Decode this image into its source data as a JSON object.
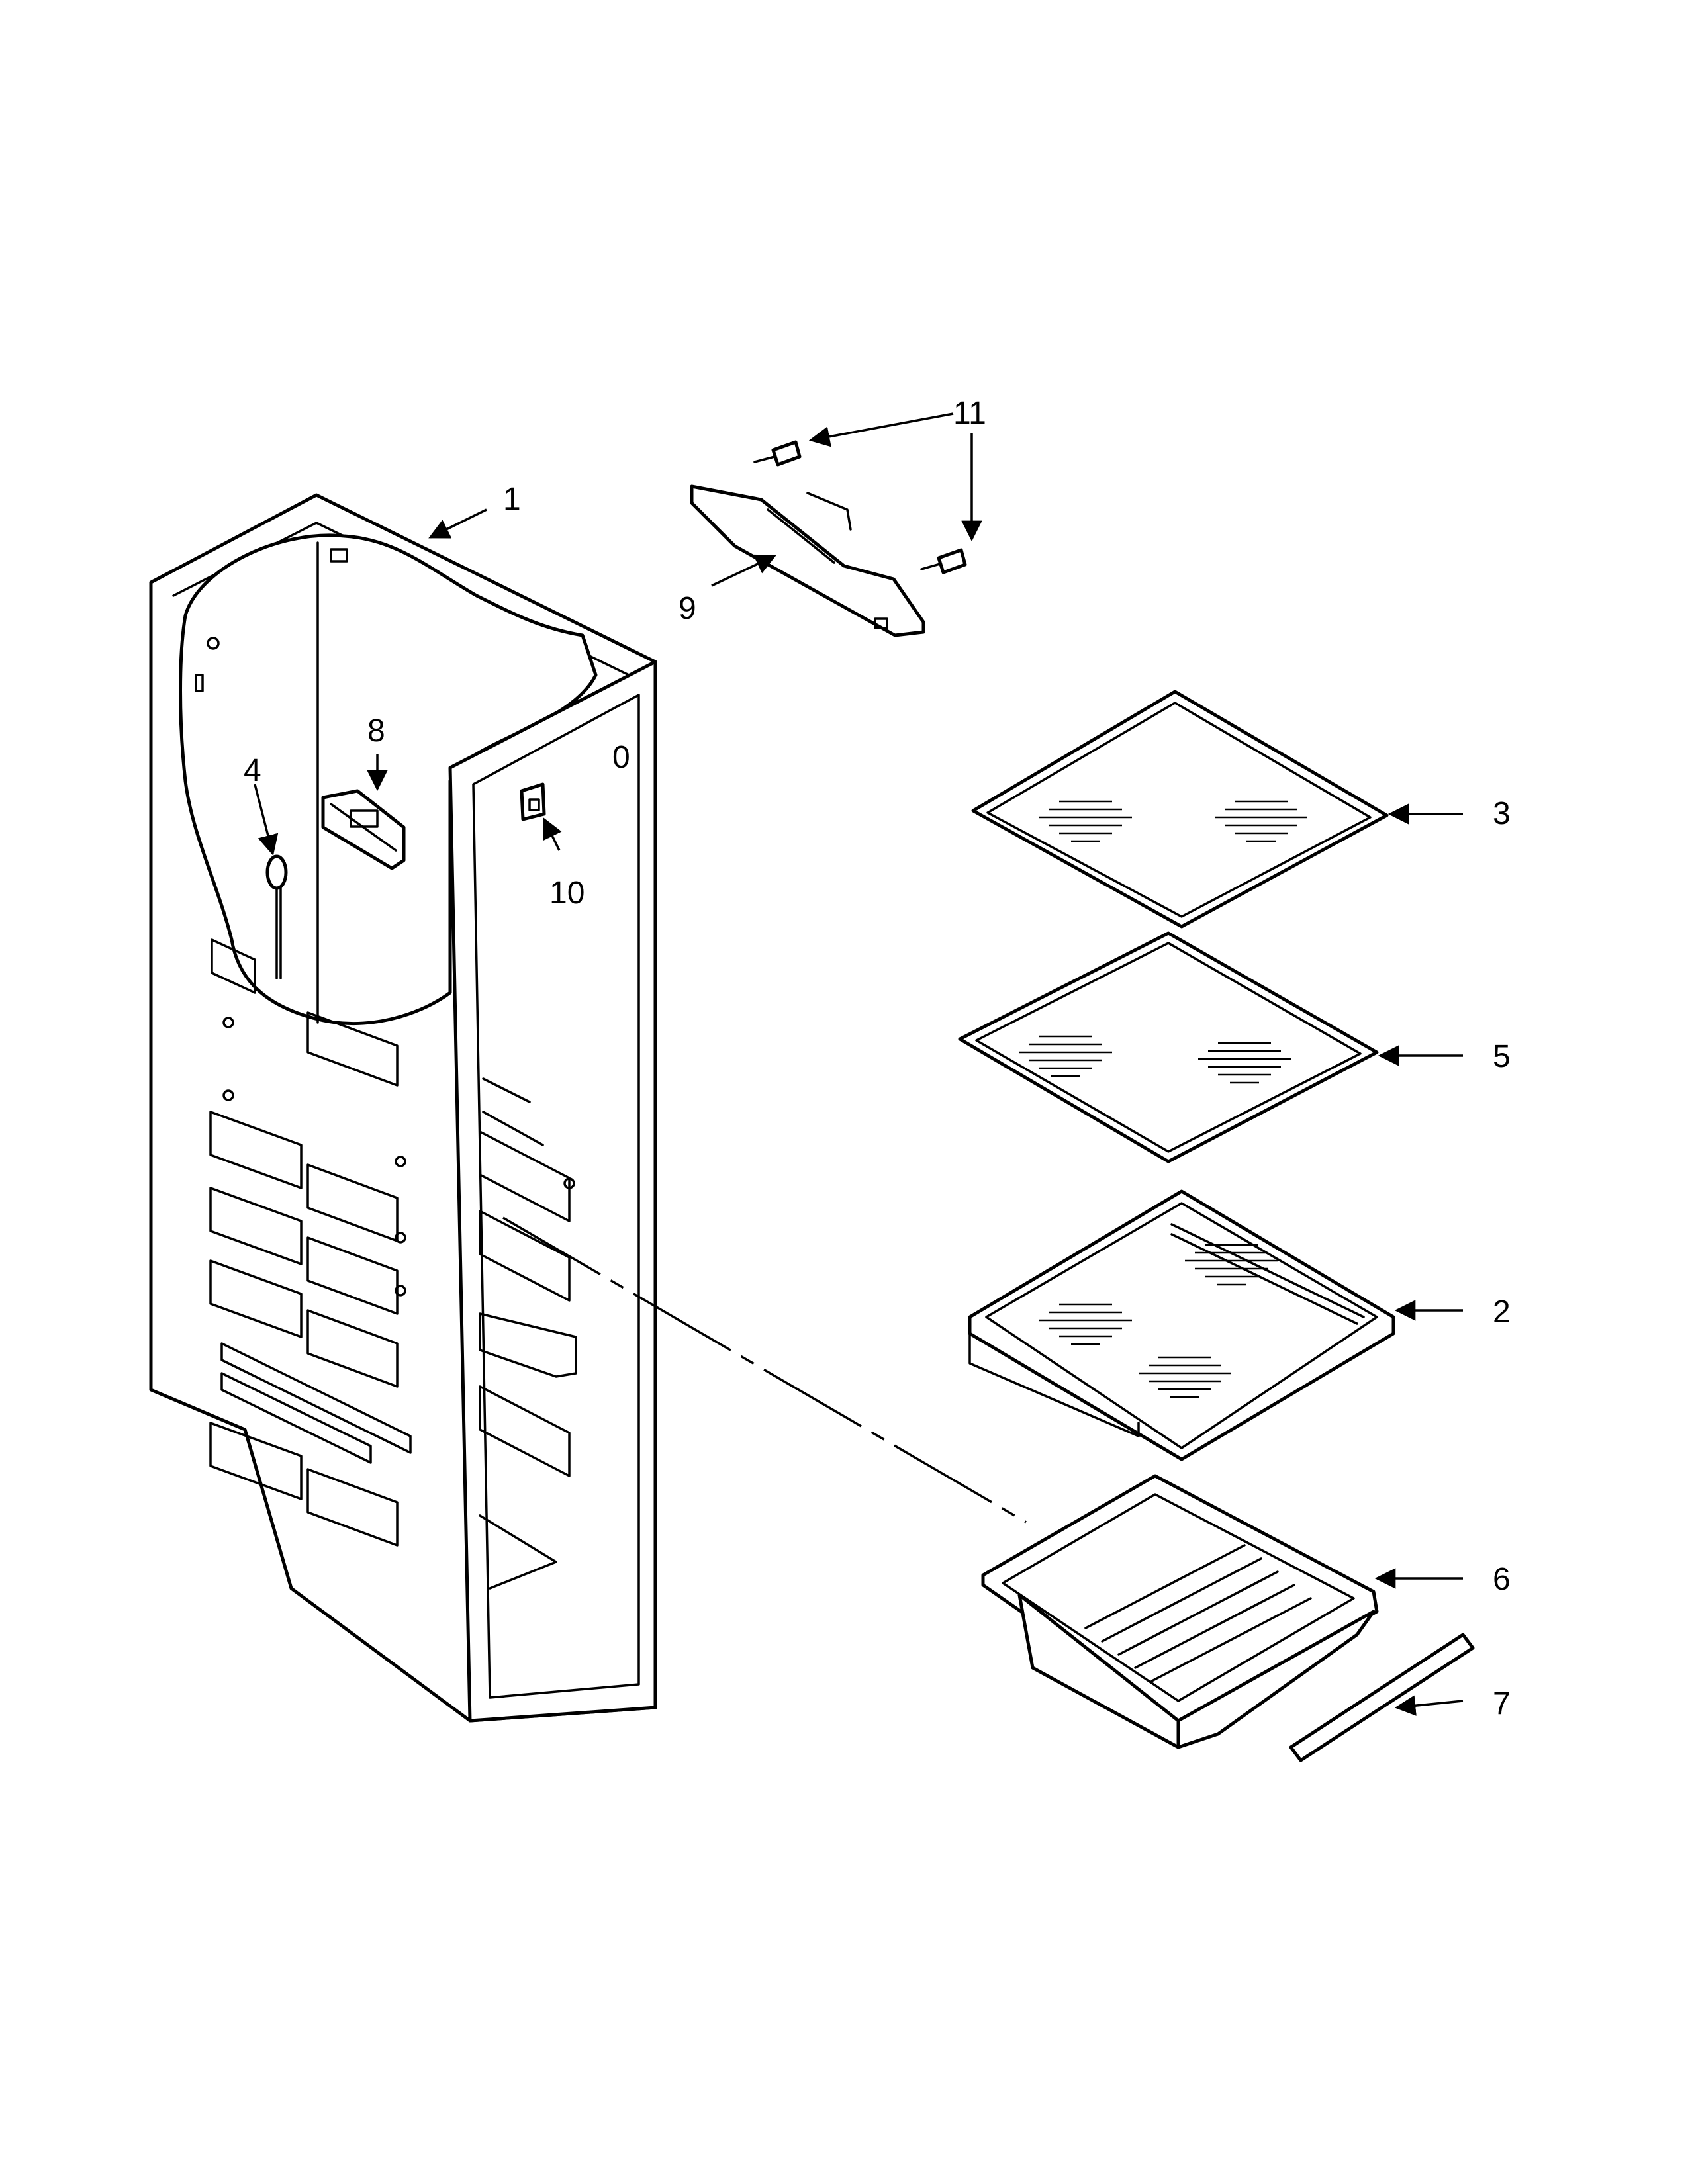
{
  "diagram": {
    "callouts": {
      "c1": "1",
      "c0": "0",
      "c2": "2",
      "c3": "3",
      "c4": "4",
      "c5": "5",
      "c6": "6",
      "c7": "7",
      "c8": "8",
      "c9": "9",
      "c10": "10",
      "c11": "11"
    }
  }
}
